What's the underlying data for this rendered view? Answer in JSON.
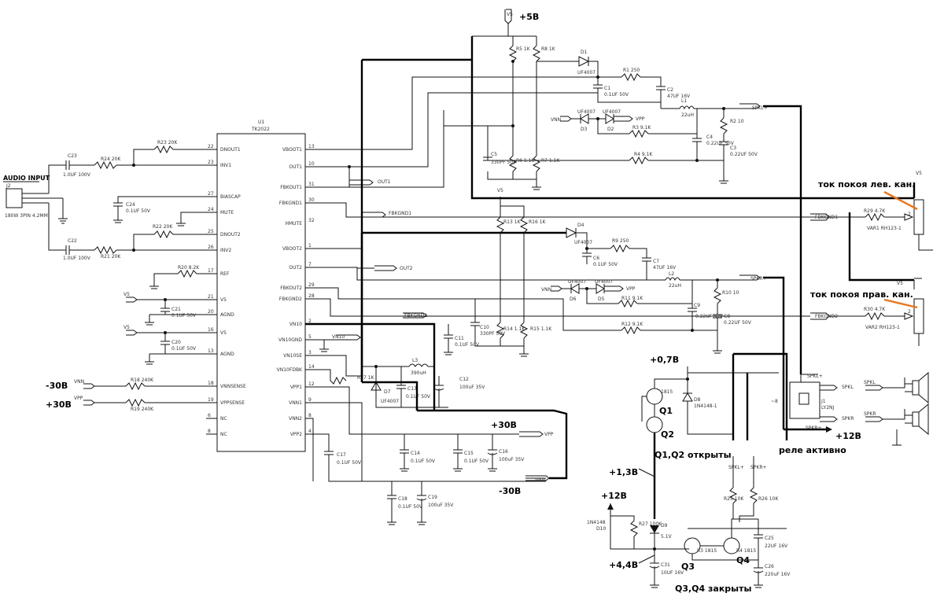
{
  "annotations": {
    "v5_top": "+5В",
    "quiescent_left": "ток покоя лев. кан.",
    "quiescent_right": "ток покоя прав. кан.",
    "v07": "+0,7В",
    "v12_relay": "+12В",
    "relay_active": "реле активно",
    "q12_open": "Q1,Q2 открыты",
    "v13": "+1,3В",
    "v12_low": "+12В",
    "v44": "+4,4В",
    "q34_closed": "Q3,Q4 закрыты",
    "q1": "Q1",
    "q2": "Q2",
    "q3": "Q3",
    "q4": "Q4",
    "minus30_left": "-30В",
    "plus30_left": "+30В",
    "plus30_mid": "+30В",
    "minus30_mid": "-30В",
    "audio_input": "AUDIO INPUT"
  },
  "ic": {
    "ref": "U1",
    "part": "TK2022",
    "left_pins": [
      {
        "num": "22",
        "name": "DNOUT1"
      },
      {
        "num": "23",
        "name": "INV1"
      },
      {
        "num": "27",
        "name": "BIASCAP"
      },
      {
        "num": "24",
        "name": "MUTE"
      },
      {
        "num": "25",
        "name": "DNOUT2"
      },
      {
        "num": "26",
        "name": "INV2"
      },
      {
        "num": "17",
        "name": "REF"
      },
      {
        "num": "21",
        "name": "V5"
      },
      {
        "num": "20",
        "name": "AGND"
      },
      {
        "num": "16",
        "name": "V5"
      },
      {
        "num": "13",
        "name": "AGND"
      },
      {
        "num": "18",
        "name": "VNNSENSE"
      },
      {
        "num": "19",
        "name": "VPPSENSE"
      },
      {
        "num": "6",
        "name": "NC"
      },
      {
        "num": "8",
        "name": "NC"
      }
    ],
    "right_pins": [
      {
        "num": "13",
        "name": "VBOOT1"
      },
      {
        "num": "10",
        "name": "OUT1"
      },
      {
        "num": "31",
        "name": "FBKOUT1"
      },
      {
        "num": "30",
        "name": "FBKGND1"
      },
      {
        "num": "32",
        "name": "HMUTE"
      },
      {
        "num": "1",
        "name": "VBOOT2"
      },
      {
        "num": "7",
        "name": "OUT2"
      },
      {
        "num": "29",
        "name": "FBKOUT2"
      },
      {
        "num": "28",
        "name": "FBKGND2"
      },
      {
        "num": "2",
        "name": "VN10"
      },
      {
        "num": "5",
        "name": "VN10GND"
      },
      {
        "num": "3",
        "name": "VN10SE"
      },
      {
        "num": "14",
        "name": "VN10FDBK"
      },
      {
        "num": "12",
        "name": "VPP1"
      },
      {
        "num": "9",
        "name": "VNN1"
      },
      {
        "num": "8",
        "name": "VNN2"
      },
      {
        "num": "4",
        "name": "VPP2"
      }
    ]
  },
  "labels": {
    "j2": "J2",
    "j2_desc": "180W 3PIN 4.2MM",
    "c23": "C23",
    "c23v": "1.0UF 100V",
    "c22": "C22",
    "c22v": "1.0UF 100V",
    "r23": "R23 20K",
    "r24": "R24 20K",
    "r22": "R22 20K",
    "r21": "R21 20K",
    "c24": "C24",
    "c24v": "0.1UF 50V",
    "r20": "R20 8.2K",
    "c21": "C21",
    "c21v": "0.1UF 50V",
    "c20": "C20",
    "c20v": "0.1UF 50V",
    "r18": "R18 240K",
    "r19": "R19 240K",
    "vnn": "VNN",
    "vpp": "VPP",
    "v5": "V5",
    "r5": "R5 1K",
    "r8": "R8 1K",
    "d1": "D1",
    "d1v": "UF4007",
    "c1": "C1",
    "c1v": "0.1UF 50V",
    "r1": "R1 250",
    "c2": "C2",
    "c2v": "47UF 16V",
    "l1": "L1",
    "l1v": "22uH",
    "spkl_plus": "SPKL+",
    "d3": "D3",
    "d3v": "UF4007",
    "d2": "D2",
    "d2v": "UF4007",
    "r3": "R3 9.1K",
    "r2": "R2 10",
    "c4": "C4",
    "c4v": "0.22UF 50V",
    "c3": "C3",
    "c3v": "0.22UF 50V",
    "r4": "R4 9.1K",
    "c5": "C5",
    "c5v": "330PF 50V",
    "r6": "R6 1.1K",
    "r7": "R7 1.1K",
    "out1": "OUT1",
    "fbkgnd1": "FBKGND1",
    "r13": "R13 1K",
    "r16": "R16 1K",
    "d4": "D4",
    "d4v": "UF4007",
    "c6": "C6",
    "c6v": "0.1UF 50V",
    "r9": "R9 250",
    "c7": "C7",
    "c7v": "47UF 16V",
    "out2": "OUT2",
    "l2": "L2",
    "l2v": "22uH",
    "spkr_plus": "SPKR+",
    "d6": "D6",
    "d6v": "UF4007",
    "d5": "D5",
    "d5v": "UF4007",
    "r11": "R11 9.1K",
    "r10": "R10 10",
    "c9": "C9",
    "c9v": "0.22UF 50V",
    "c8": "C8",
    "c8v": "0.22UF 50V",
    "fbkgnd2": "FBKGND2",
    "r12": "R12 9.1K",
    "c10": "C10",
    "c10v": "330PF 50V",
    "r14": "R14 1.1K",
    "r15": "R15 1.1K",
    "vn10": "VN10",
    "c11": "C11",
    "c11v": "0.1UF 50V",
    "r17": "R17 1K",
    "l3": "L3",
    "l3v": "390uH",
    "d7": "D7",
    "d7v": "UF4007",
    "c13": "C13",
    "c13v": "0.1UF 50V",
    "c12": "C12",
    "c12v": "100uF 35V",
    "c17": "C17",
    "c17v": "0.1UF 50V",
    "c14": "C14",
    "c14v": "0.1UF 50V",
    "c15": "C15",
    "c15v": "0.1UF 50V",
    "c16": "C16",
    "c16v": "100uF 35V",
    "c18": "C18",
    "c18v": "0.1UF 50V",
    "c19": "C19",
    "c19v": "100uF 35V",
    "r29": "R29 4.7K",
    "var1": "VAR1 RH123-1",
    "r30": "R30 4.7K",
    "var2": "VAR2 RH123-1",
    "fbkgnd1_r": "FBKGND1",
    "fbkgnd2_r": "FBKGND2",
    "spkl_a": "SPKL+",
    "spkl_b": "SPKL",
    "spkr_a": "SPKR+",
    "spkr_b": "SPKR",
    "j1": "J1",
    "j1v": "LY2NJ",
    "q1_part": "1815",
    "d8": "D8",
    "d8v": "1N4148-1",
    "d9": "D9",
    "d9v": "5.1V",
    "r27": "R27 100K",
    "d10": "D10",
    "d10v": "1N4148",
    "c31": "C31",
    "c31v": "10UF 16V",
    "r3q": "R3 1815",
    "r4q": "R4 1815",
    "r25": "R25 10K",
    "r26": "R26 10K",
    "c25": "C25",
    "c25v": "22UF 16V",
    "c26": "C26",
    "c26v": "220uF 16V",
    "spkl_q": "SPKL+",
    "spkr_q": "SPKR+",
    "eight_ohm": "~8"
  }
}
